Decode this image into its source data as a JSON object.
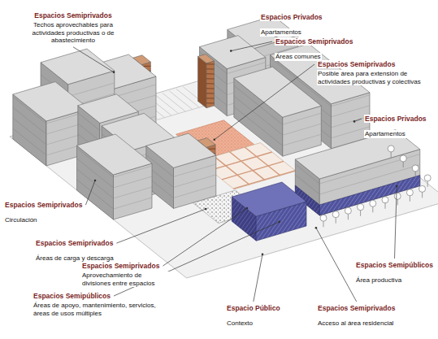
{
  "diagram": {
    "labels": [
      "Espacios Semiprivados",
      "Techos aprovechables para actividades productivas o de abastecimiento",
      "Espacios Privados",
      "Apartamentos",
      "Espacios Semiprivados",
      "Áreas comunes",
      "Espacios Semiprivados",
      "Posible área para extensión de actividades productivas y colectivas",
      "Espacios Privados",
      "Apartamentos",
      "Espacios Semiprivados",
      "Circulación",
      "Espacios Semiprivados",
      "Áreas de carga y descarga",
      "Espacios Semiprivados",
      "Aprovechamiento de divisiones entre espacios",
      "Espacios Semipúblicos",
      "Áreas de apoyo, mantenimiento, servicios, áreas de usos múltiples",
      "Espacios Semipúblicos",
      "Área productiva",
      "Espacio Público",
      "Contexto",
      "Espacios Semiprivados",
      "Acceso al área residencial"
    ]
  }
}
